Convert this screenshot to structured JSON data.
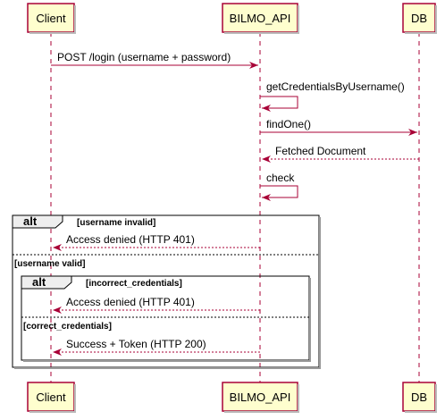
{
  "participants": [
    "Client",
    "BILMO_API",
    "DB"
  ],
  "messages": [
    {
      "text": "POST /login (username + password)",
      "style": "solid"
    },
    {
      "text": "getCredentialsByUsername()",
      "style": "solid"
    },
    {
      "text": "findOne()",
      "style": "solid"
    },
    {
      "text": "Fetched Document",
      "style": "dashed"
    },
    {
      "text": "check",
      "style": "solid"
    },
    {
      "text": "Access denied (HTTP 401)",
      "style": "dashed"
    },
    {
      "text": "Access denied (HTTP 401)",
      "style": "dashed"
    },
    {
      "text": "Success + Token (HTTP 200)",
      "style": "dashed"
    }
  ],
  "fragments": {
    "outer": {
      "label": "alt",
      "guard1": "[username invalid]",
      "guard2": "[username valid]"
    },
    "inner": {
      "label": "alt",
      "guard1": "[incorrect_credentials]",
      "guard2": "[correct_credentials]"
    }
  },
  "colors": {
    "participant_fill": "#FEFECE",
    "participant_border": "#A80036",
    "arrow": "#A80036",
    "frame": "#000000"
  }
}
